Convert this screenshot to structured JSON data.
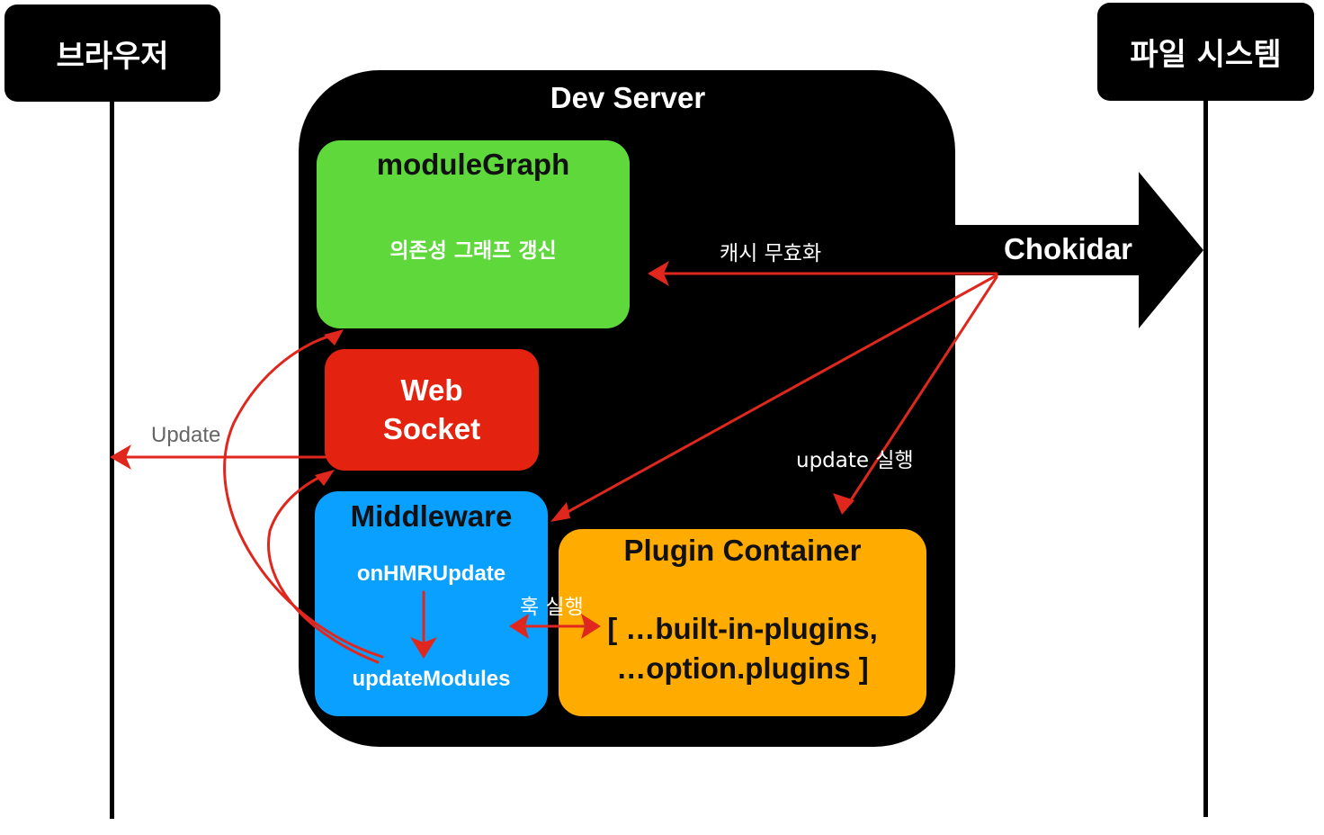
{
  "actors": {
    "browser": "브라우저",
    "filesystem": "파일 시스템"
  },
  "server": {
    "title": "Dev Server"
  },
  "module_graph": {
    "title": "moduleGraph",
    "subtitle": "의존성 그래프 갱신"
  },
  "web_socket": {
    "line1": "Web",
    "line2": "Socket"
  },
  "middleware": {
    "title": "Middleware",
    "on_hmr": "onHMRUpdate",
    "update_modules": "updateModules"
  },
  "plugin_container": {
    "title": "Plugin Container",
    "line1": "[ …built-in-plugins,",
    "line2": "…option.plugins ]"
  },
  "chokidar": {
    "label": "Chokidar"
  },
  "edges": {
    "cache_invalidate": "캐시 무효화",
    "update_run": "update 실행",
    "hook_run": "훅 실행",
    "update": "Update"
  },
  "colors": {
    "module_graph": "#5ed83a",
    "web_socket": "#e3220f",
    "middleware": "#0aa0ff",
    "plugin_container": "#ffab00",
    "arrow": "#e0271d"
  }
}
